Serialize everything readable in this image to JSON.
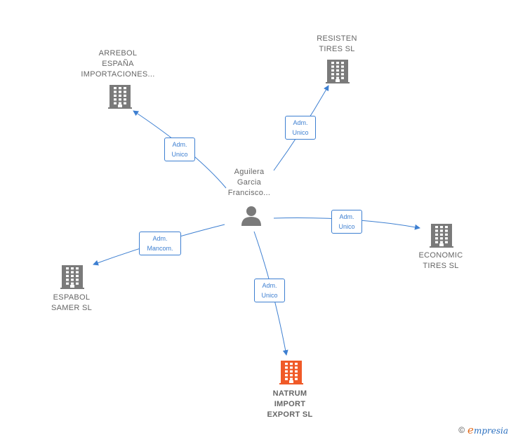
{
  "colors": {
    "edge": "#3d7fd1",
    "building": "#7a7a7a",
    "building_focus": "#f05a28",
    "person": "#7a7a7a"
  },
  "person": {
    "label": "Aguilera\nGarcia\nFrancisco..."
  },
  "companies": [
    {
      "id": "arrebol",
      "label": "ARREBOL\nESPAÑA\nIMPORTACIONES...",
      "focus": false
    },
    {
      "id": "resisten",
      "label": "RESISTEN\nTIRES  SL",
      "focus": false
    },
    {
      "id": "economic",
      "label": "ECONOMIC\nTIRES  SL",
      "focus": false
    },
    {
      "id": "espabol",
      "label": "ESPABOL\nSAMER  SL",
      "focus": false
    },
    {
      "id": "natrum",
      "label": "NATRUM\nIMPORT\nEXPORT  SL",
      "focus": true
    }
  ],
  "edges": [
    {
      "to": "arrebol",
      "label": "Adm.\nUnico"
    },
    {
      "to": "resisten",
      "label": "Adm.\nUnico"
    },
    {
      "to": "economic",
      "label": "Adm.\nUnico"
    },
    {
      "to": "espabol",
      "label": "Adm.\nMancom."
    },
    {
      "to": "natrum",
      "label": "Adm.\nUnico"
    }
  ],
  "brand": {
    "copyright": "©",
    "mark": "e",
    "name": "mpresia"
  }
}
